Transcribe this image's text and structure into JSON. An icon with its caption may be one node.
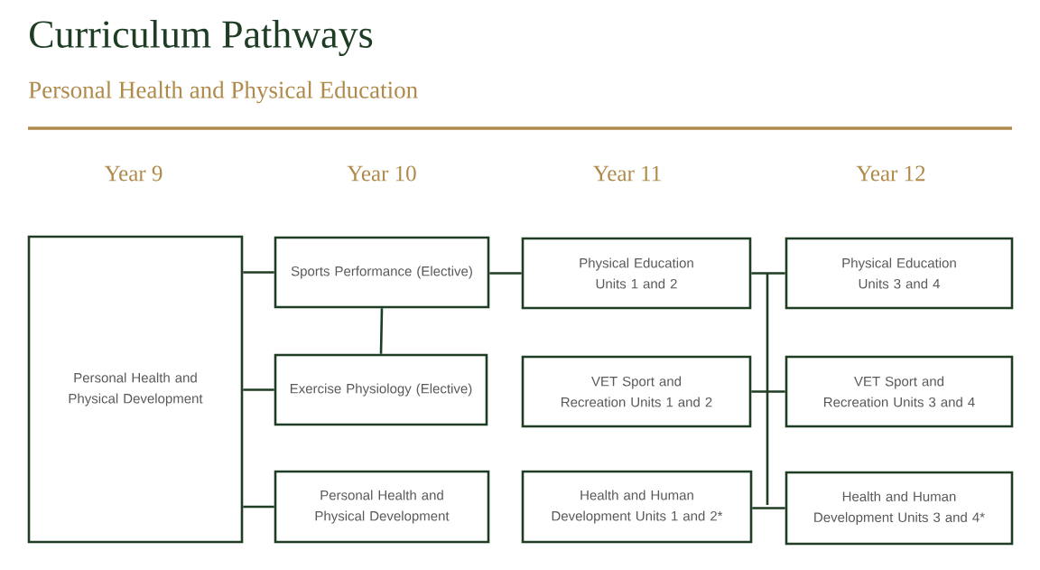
{
  "diagram": {
    "title": "Curriculum Pathways",
    "nodes": [
      {
        "text": [
          "Personal Health and Physical Development"
        ]
      },
      {
        "text": [
          "Sports Performance (Elective)"
        ]
      },
      {
        "text": [
          "Exercise Physiology (Elective)"
        ]
      },
      {
        "text": [
          "Personal Health and Physical Development"
        ]
      },
      {
        "text": [
          "Physical Education Units 1 and 2"
        ]
      },
      {
        "text": [
          "VET Sport and Recreation Units 1 and 2"
        ]
      },
      {
        "text": [
          "Health and Human Development Units 1 and 2*"
        ]
      },
      {
        "text": [
          "Physical Education Units 3 and 4"
        ]
      },
      {
        "text": [
          "VET Sport and Recreation Units 3 and 4"
        ]
      },
      {
        "text": [
          "Health and Human Development Units 3 and 4*"
        ]
      }
    ],
    "edges": [
      {
        "from": 0,
        "to": 1,
        "arrow": "none"
      },
      {
        "from": 0,
        "to": 2,
        "arrow": "none"
      },
      {
        "from": 0,
        "to": 3,
        "arrow": "none"
      },
      {
        "from": 1,
        "to": 2,
        "arrow": "none"
      },
      {
        "from": 1,
        "to": 4,
        "arrow": "none"
      },
      {
        "from": 4,
        "to": 7,
        "arrow": "none"
      },
      {
        "from": 5,
        "to": 8,
        "arrow": "none"
      },
      {
        "from": 6,
        "to": 9,
        "arrow": "none"
      }
    ],
    "labels": [
      "Personal Health and Physical Education",
      "Year 9",
      "Year 10",
      "Year 11",
      "Year 12"
    ]
  }
}
